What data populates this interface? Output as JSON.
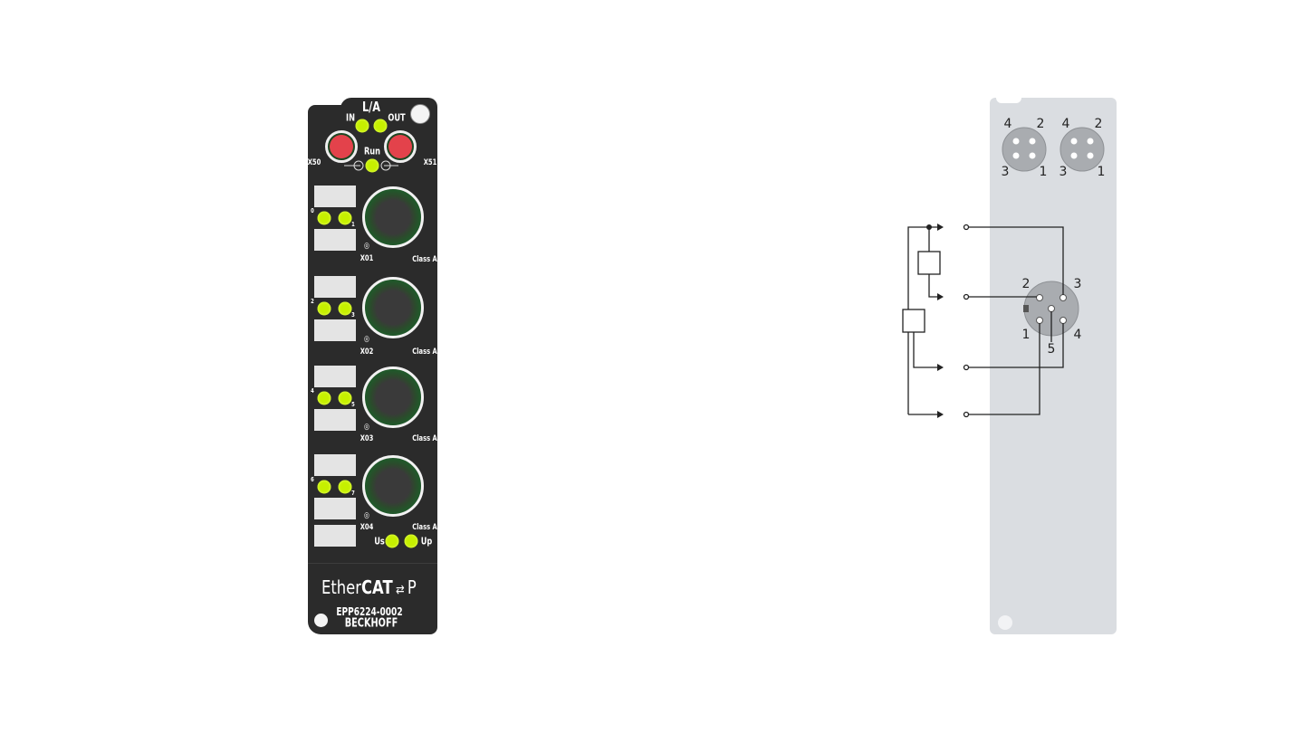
{
  "device": {
    "la_label": "L/A",
    "in_label": "IN",
    "out_label": "OUT",
    "run_label": "Run",
    "x50_label": "X50",
    "x51_label": "X51",
    "channels": [
      {
        "ch_a": "0",
        "ch_b": "1",
        "port": "X01",
        "class": "Class A"
      },
      {
        "ch_a": "2",
        "ch_b": "3",
        "port": "X02",
        "class": "Class A"
      },
      {
        "ch_a": "4",
        "ch_b": "5",
        "port": "X03",
        "class": "Class A"
      },
      {
        "ch_a": "6",
        "ch_b": "7",
        "port": "X04",
        "class": "Class A"
      }
    ],
    "us_label": "Us",
    "up_label": "Up",
    "logo_ether": "Ether",
    "logo_cat": "CAT",
    "logo_p": "P",
    "model": "EPP6224-0002",
    "brand": "BECKHOFF",
    "led_color": "#c6f000",
    "body_color": "#2b2b2b"
  },
  "pinout": {
    "ecat_pins": [
      {
        "top_left": "4",
        "top_right": "2",
        "bottom_left": "3",
        "bottom_right": "1"
      },
      {
        "top_left": "4",
        "top_right": "2",
        "bottom_left": "3",
        "bottom_right": "1"
      }
    ],
    "m12_pins": {
      "p1": "1",
      "p2": "2",
      "p3": "3",
      "p4": "4",
      "p5": "5"
    },
    "plate_color": "#dadde1"
  }
}
